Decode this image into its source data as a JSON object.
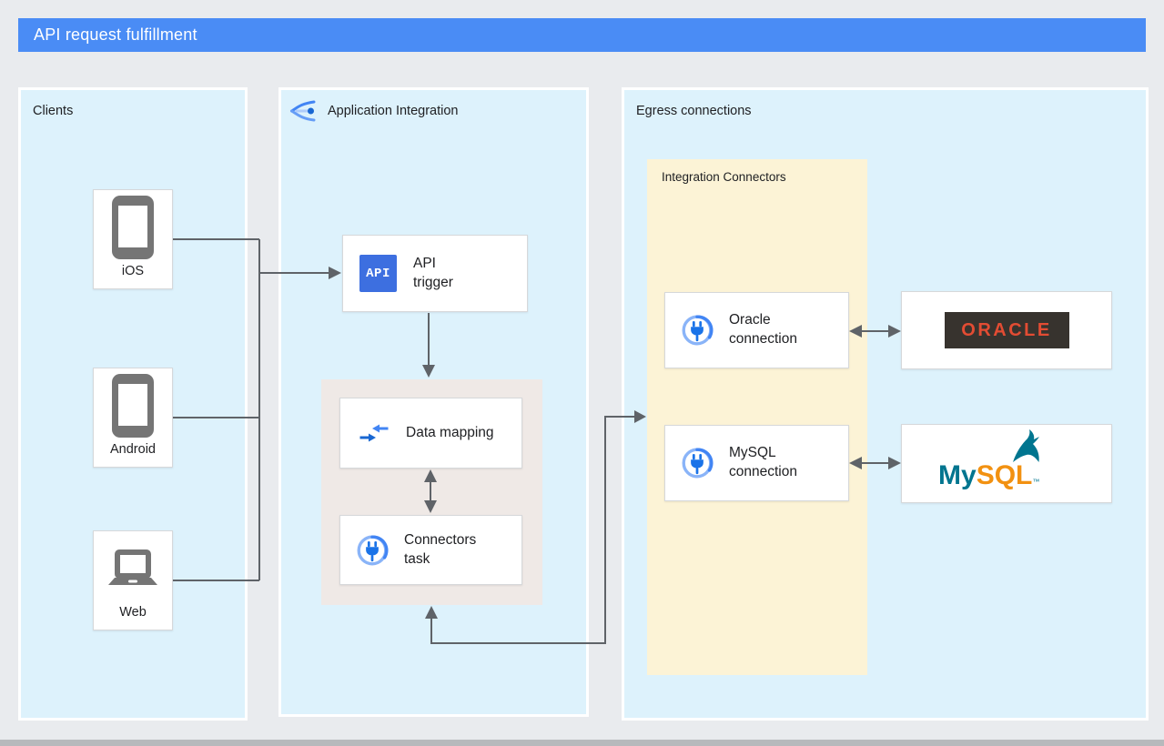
{
  "title": "API request fulfillment",
  "colors": {
    "header_blue": "#4a8cf5",
    "panel_blue": "#ddf2fc",
    "group_gray": "#efe9e6",
    "connectors_yellow": "#fcf3d6",
    "arrow_gray": "#5f6368",
    "google_blue": "#4285f4",
    "api_badge_blue": "#3d6fe0",
    "oracle_red": "#e34c33",
    "oracle_dark": "#37332e",
    "mysql_teal": "#00758f",
    "mysql_orange": "#f29111"
  },
  "clients_panel": {
    "label": "Clients",
    "items": [
      {
        "label": "iOS",
        "icon": "smartphone-icon"
      },
      {
        "label": "Android",
        "icon": "smartphone-icon"
      },
      {
        "label": "Web",
        "icon": "laptop-icon"
      }
    ]
  },
  "integration_panel": {
    "label": "Application Integration",
    "icon": "application-integration-icon",
    "api_trigger": {
      "label": "API trigger",
      "badge": "API"
    },
    "data_mapping": {
      "label": "Data mapping",
      "icon": "data-mapping-icon"
    },
    "connectors_task": {
      "label": "Connectors task",
      "icon": "connector-plug-icon"
    }
  },
  "egress_panel": {
    "label": "Egress connections",
    "integration_connectors": {
      "label": "Integration Connectors",
      "oracle_connection": {
        "label": "Oracle connection",
        "icon": "connector-plug-icon"
      },
      "mysql_connection": {
        "label": "MySQL connection",
        "icon": "connector-plug-icon"
      }
    },
    "oracle_logo": {
      "text": "ORACLE"
    },
    "mysql_logo": {
      "text_my": "My",
      "text_sql": "SQL",
      "trademark": "™"
    }
  }
}
